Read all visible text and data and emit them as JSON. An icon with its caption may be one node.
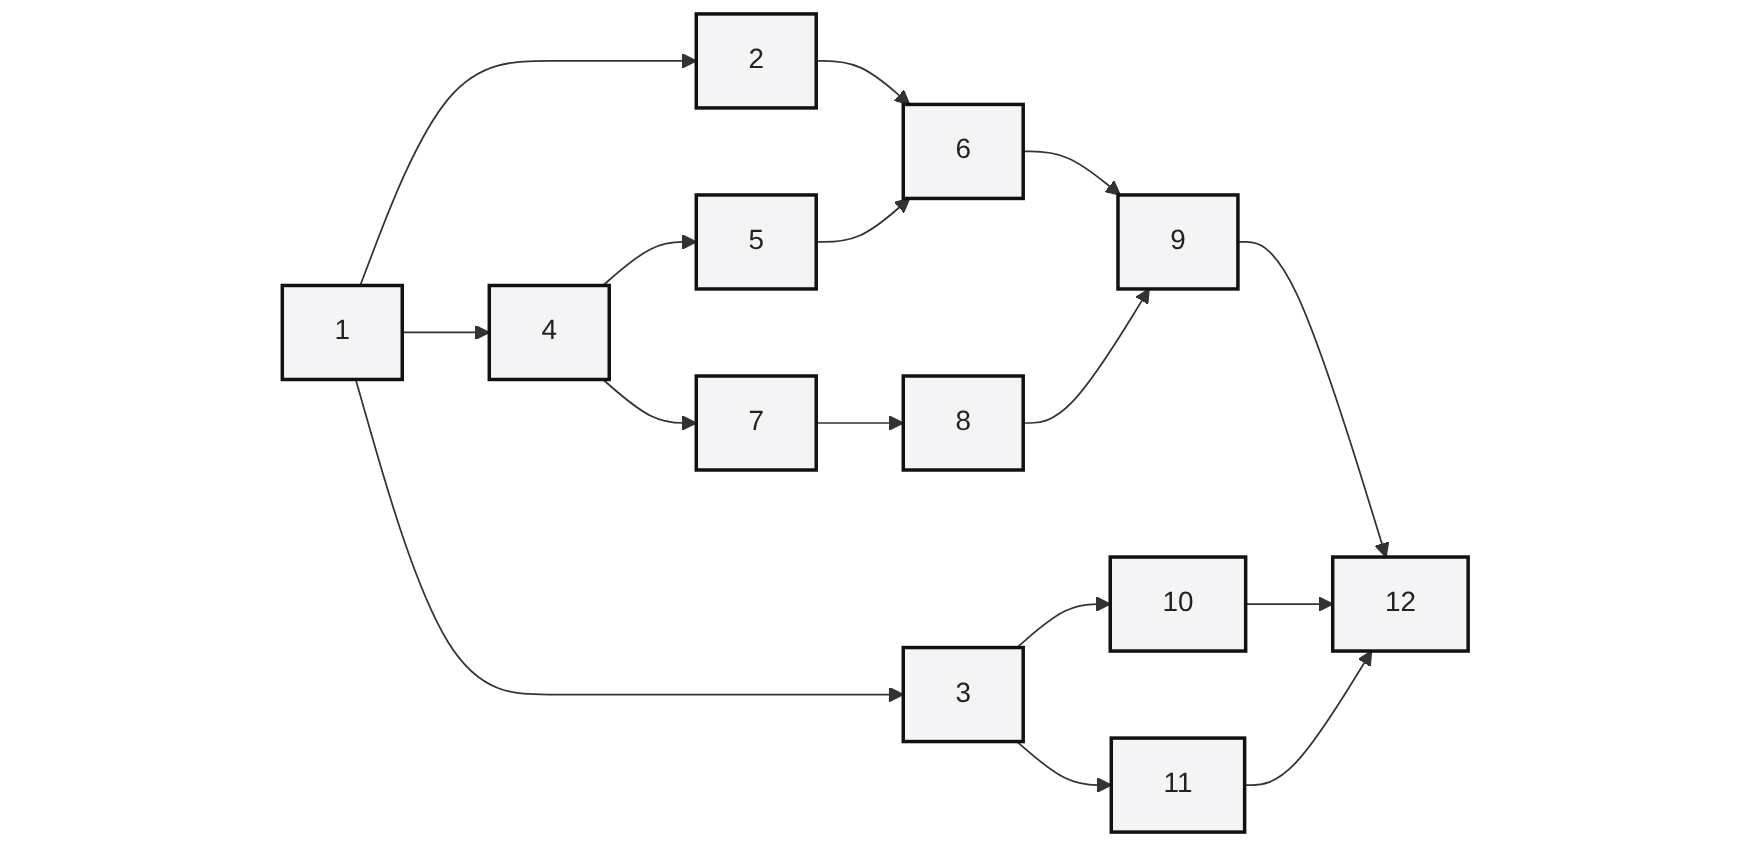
{
  "diagram": {
    "nodes": [
      {
        "text": [
          "1"
        ]
      },
      {
        "text": [
          "2"
        ]
      },
      {
        "text": [
          "3"
        ]
      },
      {
        "text": [
          "4"
        ]
      },
      {
        "text": [
          "5"
        ]
      },
      {
        "text": [
          "6"
        ]
      },
      {
        "text": [
          "7"
        ]
      },
      {
        "text": [
          "8"
        ]
      },
      {
        "text": [
          "9"
        ]
      },
      {
        "text": [
          "10"
        ]
      },
      {
        "text": [
          "11"
        ]
      },
      {
        "text": [
          "12"
        ]
      }
    ],
    "edges": [
      {
        "from": 0,
        "to": 1,
        "arrow": "to"
      },
      {
        "from": 0,
        "to": 2,
        "arrow": "to"
      },
      {
        "from": 0,
        "to": 3,
        "arrow": "to"
      },
      {
        "from": 1,
        "to": 5,
        "arrow": "to"
      },
      {
        "from": 2,
        "to": 9,
        "arrow": "to"
      },
      {
        "from": 2,
        "to": 10,
        "arrow": "to"
      },
      {
        "from": 3,
        "to": 4,
        "arrow": "to"
      },
      {
        "from": 3,
        "to": 6,
        "arrow": "to"
      },
      {
        "from": 4,
        "to": 5,
        "arrow": "to"
      },
      {
        "from": 5,
        "to": 8,
        "arrow": "to"
      },
      {
        "from": 6,
        "to": 7,
        "arrow": "to"
      },
      {
        "from": 7,
        "to": 8,
        "arrow": "to"
      },
      {
        "from": 8,
        "to": 11,
        "arrow": "to"
      },
      {
        "from": 9,
        "to": 11,
        "arrow": "to"
      },
      {
        "from": 10,
        "to": 11,
        "arrow": "to"
      }
    ]
  }
}
